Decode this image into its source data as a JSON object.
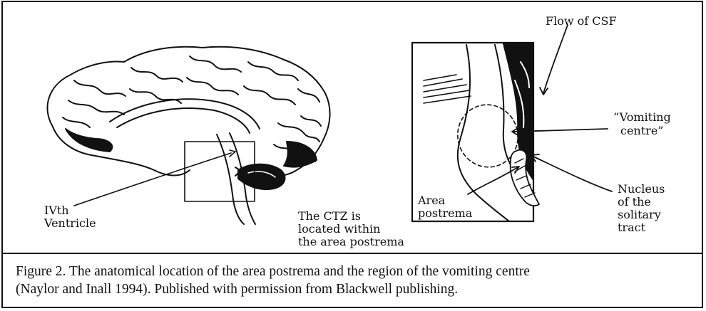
{
  "labels": {
    "flow_of_csf": "Flow of CSF",
    "vomiting_centre_1": "“Vomiting",
    "vomiting_centre_2": "centre”",
    "nucleus_1": "Nucleus",
    "nucleus_2": "of the",
    "nucleus_3": "solitary",
    "nucleus_4": "tract",
    "area_postrema_1": "Area",
    "area_postrema_2": "postrema",
    "ivth_1": "IVth",
    "ivth_2": "Ventricle",
    "ctz_1": "The CTZ is",
    "ctz_2": "located within",
    "ctz_3": "the area postrema"
  },
  "caption": {
    "line1": "Figure 2. The anatomical location of the area postrema and the region of the vomiting centre",
    "line2": "(Naylor and Inall 1994). Published with permission from Blackwell publishing."
  }
}
